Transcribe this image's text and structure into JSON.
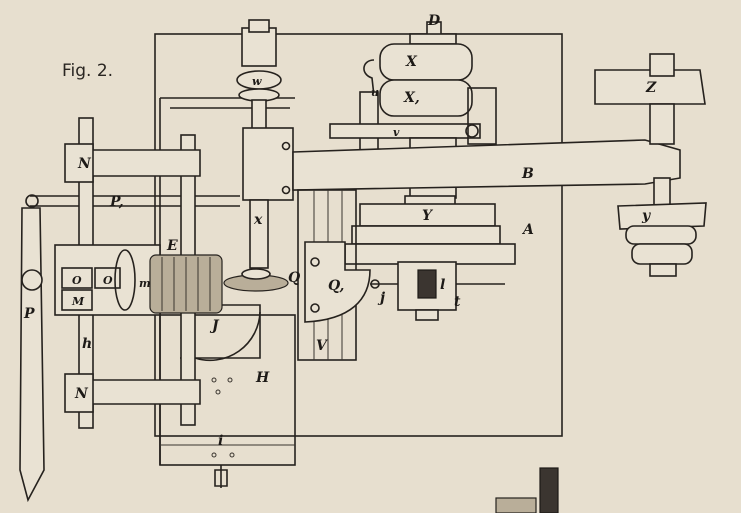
{
  "figure": {
    "title": "Fig. 2.",
    "labels": {
      "D": "D",
      "X": "X",
      "X1": "X,",
      "w": "w",
      "u": "u",
      "v": "v",
      "Z": "Z",
      "B": "B",
      "y": "y",
      "Y": "Y",
      "A": "A",
      "N_top": "N",
      "N_bottom": "N",
      "P1": "P,",
      "P": "P",
      "E": "E",
      "m": "m",
      "O_left": "O",
      "O_right": "O",
      "M": "M",
      "h": "h",
      "x": "x",
      "Q": "Q",
      "Q1": "Q,",
      "j": "j",
      "l": "l",
      "t": "t",
      "J": "J",
      "V": "V",
      "H": "H",
      "i": "i"
    }
  }
}
